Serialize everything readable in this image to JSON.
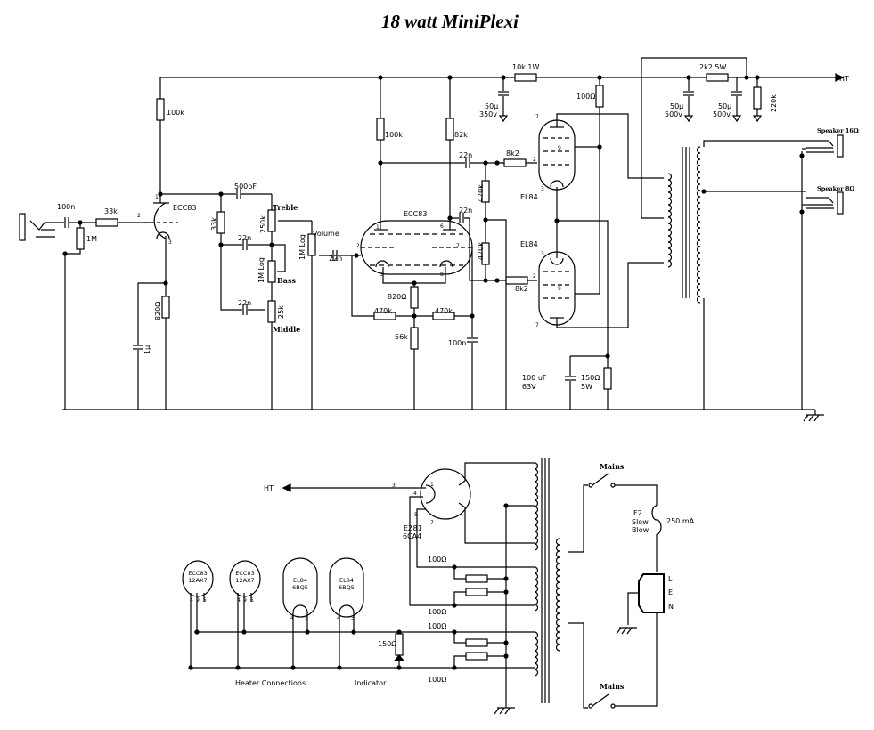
{
  "title": "18 watt MiniPlexi",
  "preamp": {
    "v1_plate_resistor": "100k",
    "v1_tube": "ECC83",
    "input_cap": "100n",
    "grid_stopper": "33k",
    "grid_leak": "1M",
    "v1_cathode_resistor": "820Ω",
    "v1_cathode_cap": "1µ",
    "treble_cap": "500pF",
    "slope_resistor": "33k",
    "treble_label": "Treble",
    "treble_pot": "250k",
    "bass_cap": "22n",
    "bass_pot": "1M Log",
    "bass_label": "Bass",
    "mid_cap": "22n",
    "mid_pot": "25k",
    "mid_label": "Middle",
    "volume_label": "Volume",
    "volume_pot": "1M Log",
    "coupling_cap": "22n"
  },
  "phase_inverter": {
    "tube": "ECC83",
    "plate_resistor_a": "100k",
    "plate_resistor_b": "82k",
    "cap_a": "22n",
    "cap_b": "22n",
    "grid_stopper_a": "8k2",
    "grid_stopper_b": "8k2",
    "bias_a": "470k",
    "bias_b": "470k",
    "cathode_resistor": "820Ω",
    "feedback_a": "470k",
    "feedback_b": "470k",
    "tail_resistor": "56k",
    "grid_cap": "100n"
  },
  "power_amp": {
    "dropping_resistor": "10k 1W",
    "filter_cap_1": [
      "50µ",
      "350v"
    ],
    "screen_resistor": "100Ω",
    "tube_top": "EL84",
    "tube_bottom": "EL84",
    "choke_resistor": "2k2 5W",
    "filter_cap_2": [
      "50µ",
      "500v"
    ],
    "filter_cap_3": [
      "50µ",
      "500v"
    ],
    "bleeder": "220k",
    "ht_label": "HT",
    "speaker_16": "Speaker 16Ω",
    "speaker_8": "Speaker 8Ω",
    "cathode_cap": [
      "100 uF",
      "63V"
    ],
    "cathode_resistor": [
      "150Ω",
      "5W"
    ]
  },
  "power_supply": {
    "ht_label": "HT",
    "rectifier": [
      "EZ81",
      "6CA4"
    ],
    "hum_resistors": [
      "100Ω",
      "100Ω",
      "100Ω",
      "100Ω"
    ],
    "heater_tubes": [
      {
        "line1": "ECC83",
        "line2": "12AX7"
      },
      {
        "line1": "ECC83",
        "line2": "12AX7"
      },
      {
        "line1": "EL84",
        "line2": "6BQ5"
      },
      {
        "line1": "EL84",
        "line2": "6BQ5"
      }
    ],
    "indicator_resistor": "150Ω",
    "heater_label": "Heater Connections",
    "indicator_label": "Indicator",
    "mains_top": "Mains",
    "mains_bottom": "Mains",
    "fuse": [
      "F2",
      "Slow",
      "Blow"
    ],
    "fuse_rating": "250 mA",
    "iec": [
      "L",
      "E",
      "N"
    ]
  },
  "pins": {
    "v1": [
      "1",
      "2",
      "3"
    ],
    "v2": [
      "1",
      "2",
      "3",
      "6",
      "7",
      "8"
    ],
    "el84_top": [
      "7",
      "9",
      "2",
      "3"
    ],
    "el84_bottom": [
      "3",
      "2",
      "9",
      "7"
    ],
    "ez81": [
      "3",
      "4",
      "5",
      "1",
      "7"
    ],
    "ecc83_heater": [
      "4",
      "9",
      "5"
    ],
    "el84_heater": [
      "4",
      "5"
    ]
  },
  "colors": {
    "ink": "#000000",
    "background": "#ffffff"
  }
}
